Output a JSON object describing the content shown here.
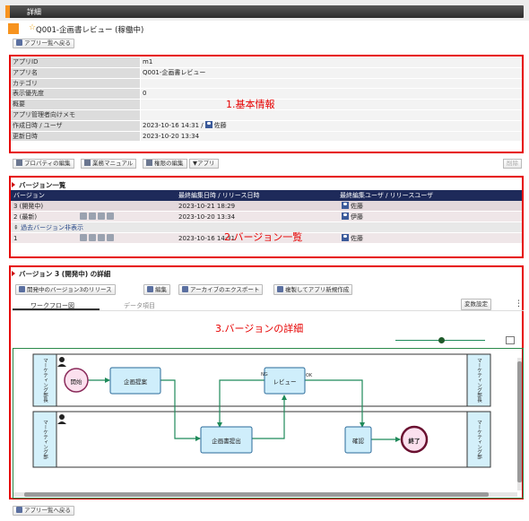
{
  "header": {
    "title": "詳細"
  },
  "app": {
    "star": "☆",
    "title": "Q001-企画書レビュー (稼働中)"
  },
  "nav": {
    "back_label": "アプリ一覧へ戻る"
  },
  "basic": {
    "rows": [
      {
        "label": "アプリID",
        "value": "m1"
      },
      {
        "label": "アプリ名",
        "value": "Q001-企画書レビュー"
      },
      {
        "label": "カテゴリ",
        "value": ""
      },
      {
        "label": "表示優先度",
        "value": "0"
      },
      {
        "label": "概要",
        "value": ""
      },
      {
        "label": "アプリ管理者向けメモ",
        "value": ""
      },
      {
        "label": "作成日時 / ユーザ",
        "value": "2023-10-16 14:31 /",
        "user": "佐藤"
      },
      {
        "label": "更新日時",
        "value": "2023-10-20 13:34"
      }
    ],
    "annotation": "1.基本情報"
  },
  "toolbar": {
    "property": "プロパティの編集",
    "manual": "業務マニュアル",
    "permission": "権限の編集",
    "app_menu": "▼アプリ",
    "delete": "削除"
  },
  "versions": {
    "title": "バージョン一覧",
    "headers": {
      "version": "バージョン",
      "date": "最終編集日時 / リリース日時",
      "user": "最終編集ユーザ / リリースユーザ"
    },
    "rows": [
      {
        "version": "3 (開発中)",
        "date": "2023-10-21 18:29",
        "user": "佐藤"
      },
      {
        "version": "2 (最新)",
        "date": "2023-10-20 13:34",
        "user": "伊藤"
      },
      {
        "version": "1",
        "date": "2023-10-16 14:31",
        "user": "佐藤"
      }
    ],
    "hide_past": "過去バージョン非表示",
    "annotation": "2.バージョン一覧"
  },
  "detail": {
    "title": "バージョン 3 (開発中) の詳細",
    "actions": {
      "release": "開発中のバージョン3のリリース",
      "edit": "編集",
      "export": "アーカイブのエクスポート",
      "copy": "複製してアプリ新規作成"
    },
    "tabs": {
      "workflow": "ワークフロー図",
      "data": "データ項目"
    },
    "var_button": "変数設定",
    "more": "⋮",
    "annotation": "3.バージョンの詳細"
  },
  "workflow": {
    "lane1_label": "マーケティング部長",
    "lane2_label": "マーケティング部",
    "nodes": {
      "start": "開始",
      "plan": "企画提案",
      "review": "レビュー",
      "submit": "企画書提出",
      "confirm": "確認",
      "end": "終了"
    },
    "edge_ng": "NG",
    "edge_ok": "OK"
  },
  "colors": {
    "accent": "#f7931e",
    "annotation_red": "#e60000",
    "table_header": "#1e2a5a",
    "wf_line": "#1f8a5a",
    "task_fill": "#cfeefb"
  }
}
